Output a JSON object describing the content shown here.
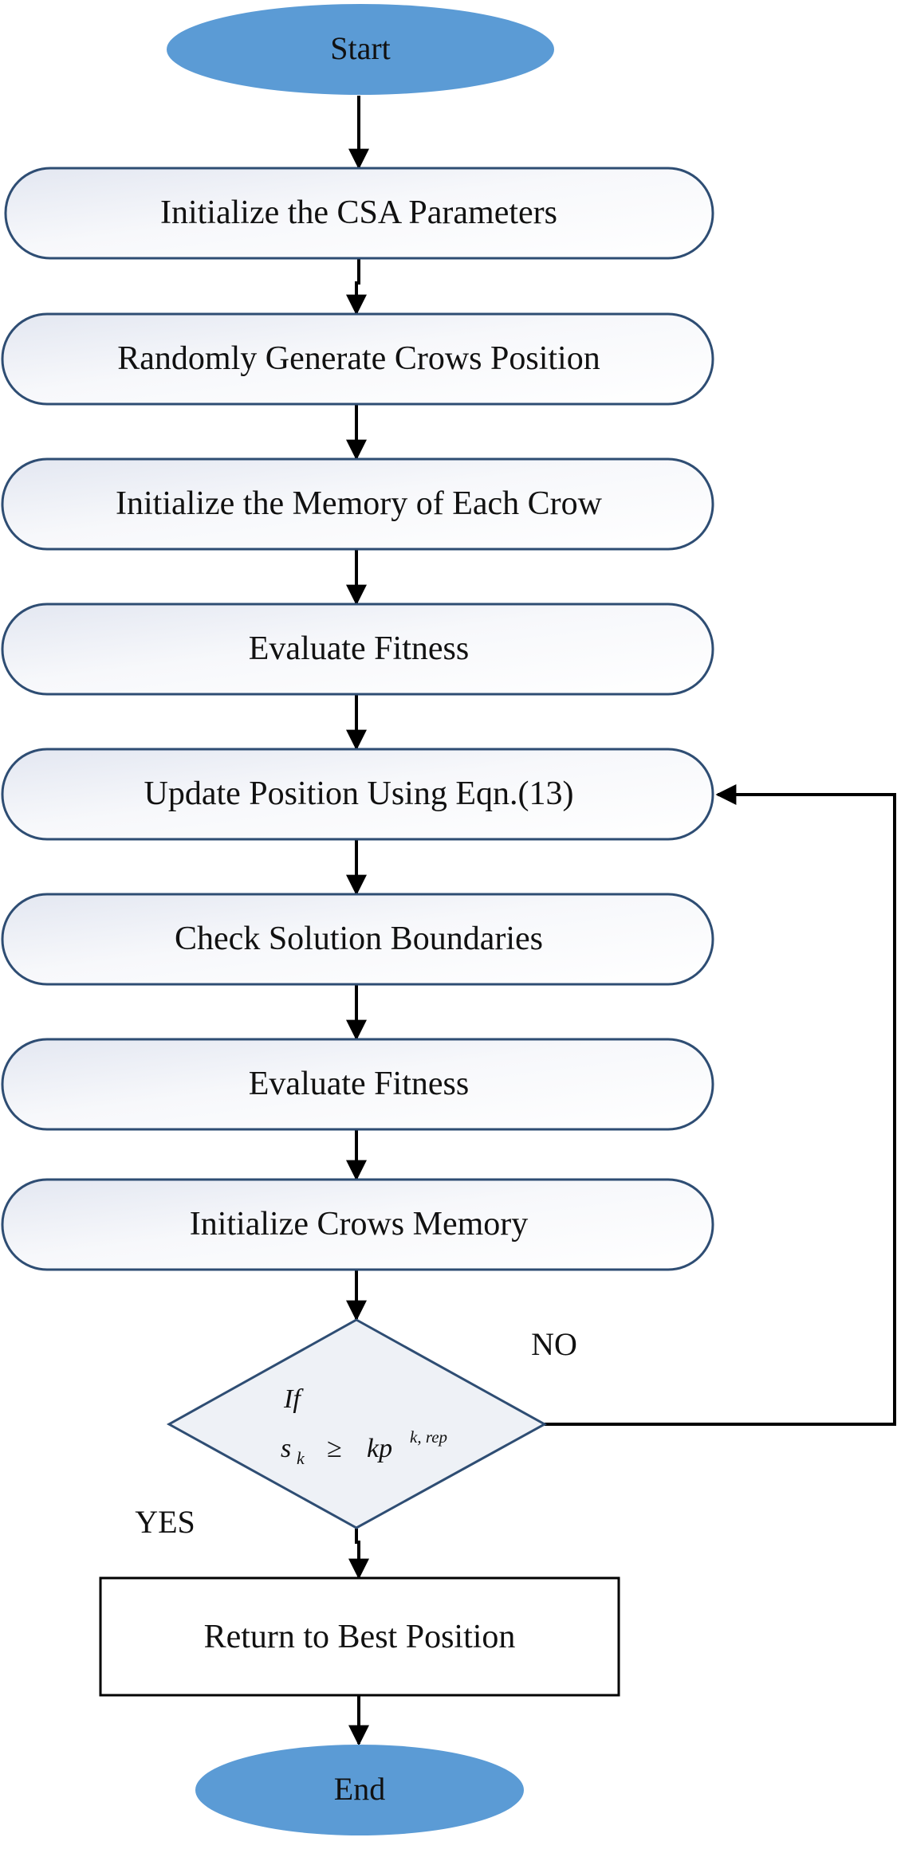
{
  "flowchart": {
    "start": {
      "label": "Start",
      "fill": "#5B9BD5"
    },
    "steps": [
      {
        "label": "Initialize the CSA Parameters"
      },
      {
        "label": "Randomly Generate Crows Position"
      },
      {
        "label": "Initialize the Memory of Each Crow"
      },
      {
        "label": "Evaluate Fitness"
      },
      {
        "label": "Update Position Using Eqn.(13)"
      },
      {
        "label": "Check Solution Boundaries"
      },
      {
        "label": "Evaluate Fitness"
      },
      {
        "label": "Initialize Crows Memory"
      }
    ],
    "decision": {
      "if_label": "If",
      "s_var": "s",
      "s_sub": "k",
      "operator": "≥",
      "kp_var": "kp",
      "kp_sup": "k, rep",
      "no_label": "NO",
      "yes_label": "YES"
    },
    "final_step": {
      "label": "Return to Best Position"
    },
    "end": {
      "label": "End",
      "fill": "#5B9BD5"
    },
    "colors": {
      "step_border": "#2E4D73",
      "step_fill_light": "#FFFFFF",
      "step_fill_shade": "#E4E8F2",
      "decision_fill": "#EEF1F6",
      "arrow": "#000000",
      "terminal": "#5B9BD5"
    }
  }
}
